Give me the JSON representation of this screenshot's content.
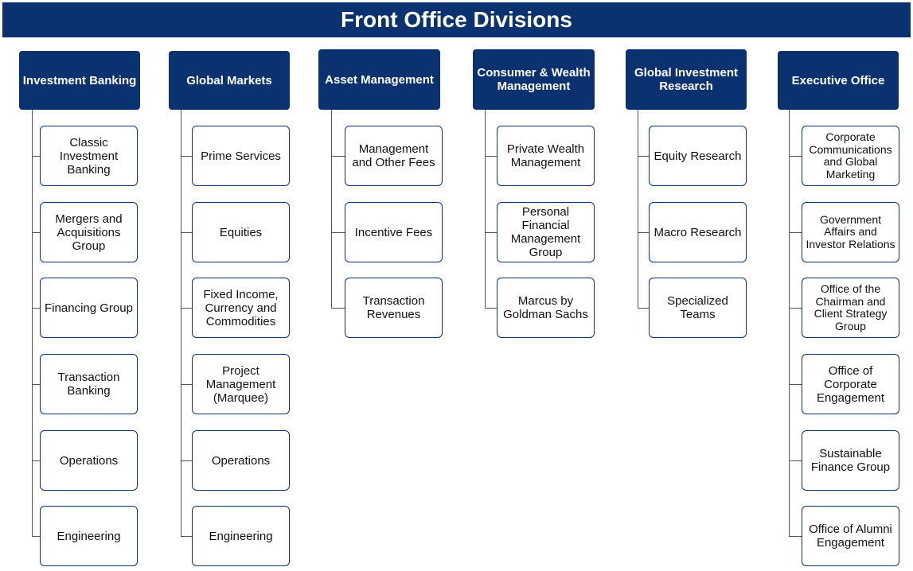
{
  "title": "Front Office Divisions",
  "colors": {
    "header_bg": "#0b3270",
    "box_border": "#0b3270",
    "connector": "#555555"
  },
  "divisions": [
    {
      "name": "Investment Banking",
      "units": [
        "Classic Investment Banking",
        "Mergers and Acquisitions Group",
        "Financing Group",
        "Transaction Banking",
        "Operations",
        "Engineering"
      ]
    },
    {
      "name": "Global Markets",
      "units": [
        "Prime Services",
        "Equities",
        "Fixed Income, Currency and Commodities",
        "Project Management (Marquee)",
        "Operations",
        "Engineering"
      ]
    },
    {
      "name": "Asset Management",
      "units": [
        "Management and Other Fees",
        "Incentive Fees",
        "Transaction Revenues"
      ]
    },
    {
      "name": "Consumer & Wealth Management",
      "units": [
        "Private Wealth Management",
        "Personal Financial Management Group",
        "Marcus by Goldman Sachs"
      ]
    },
    {
      "name": "Global Investment Research",
      "units": [
        "Equity Research",
        "Macro Research",
        "Specialized Teams"
      ]
    },
    {
      "name": "Executive Office",
      "units": [
        "Corporate Communications and Global Marketing",
        "Government Affairs and Investor Relations",
        "Office of the Chairman and Client Strategy Group",
        "Office of Corporate Engagement",
        "Sustainable Finance Group",
        "Office of Alumni Engagement"
      ]
    }
  ]
}
